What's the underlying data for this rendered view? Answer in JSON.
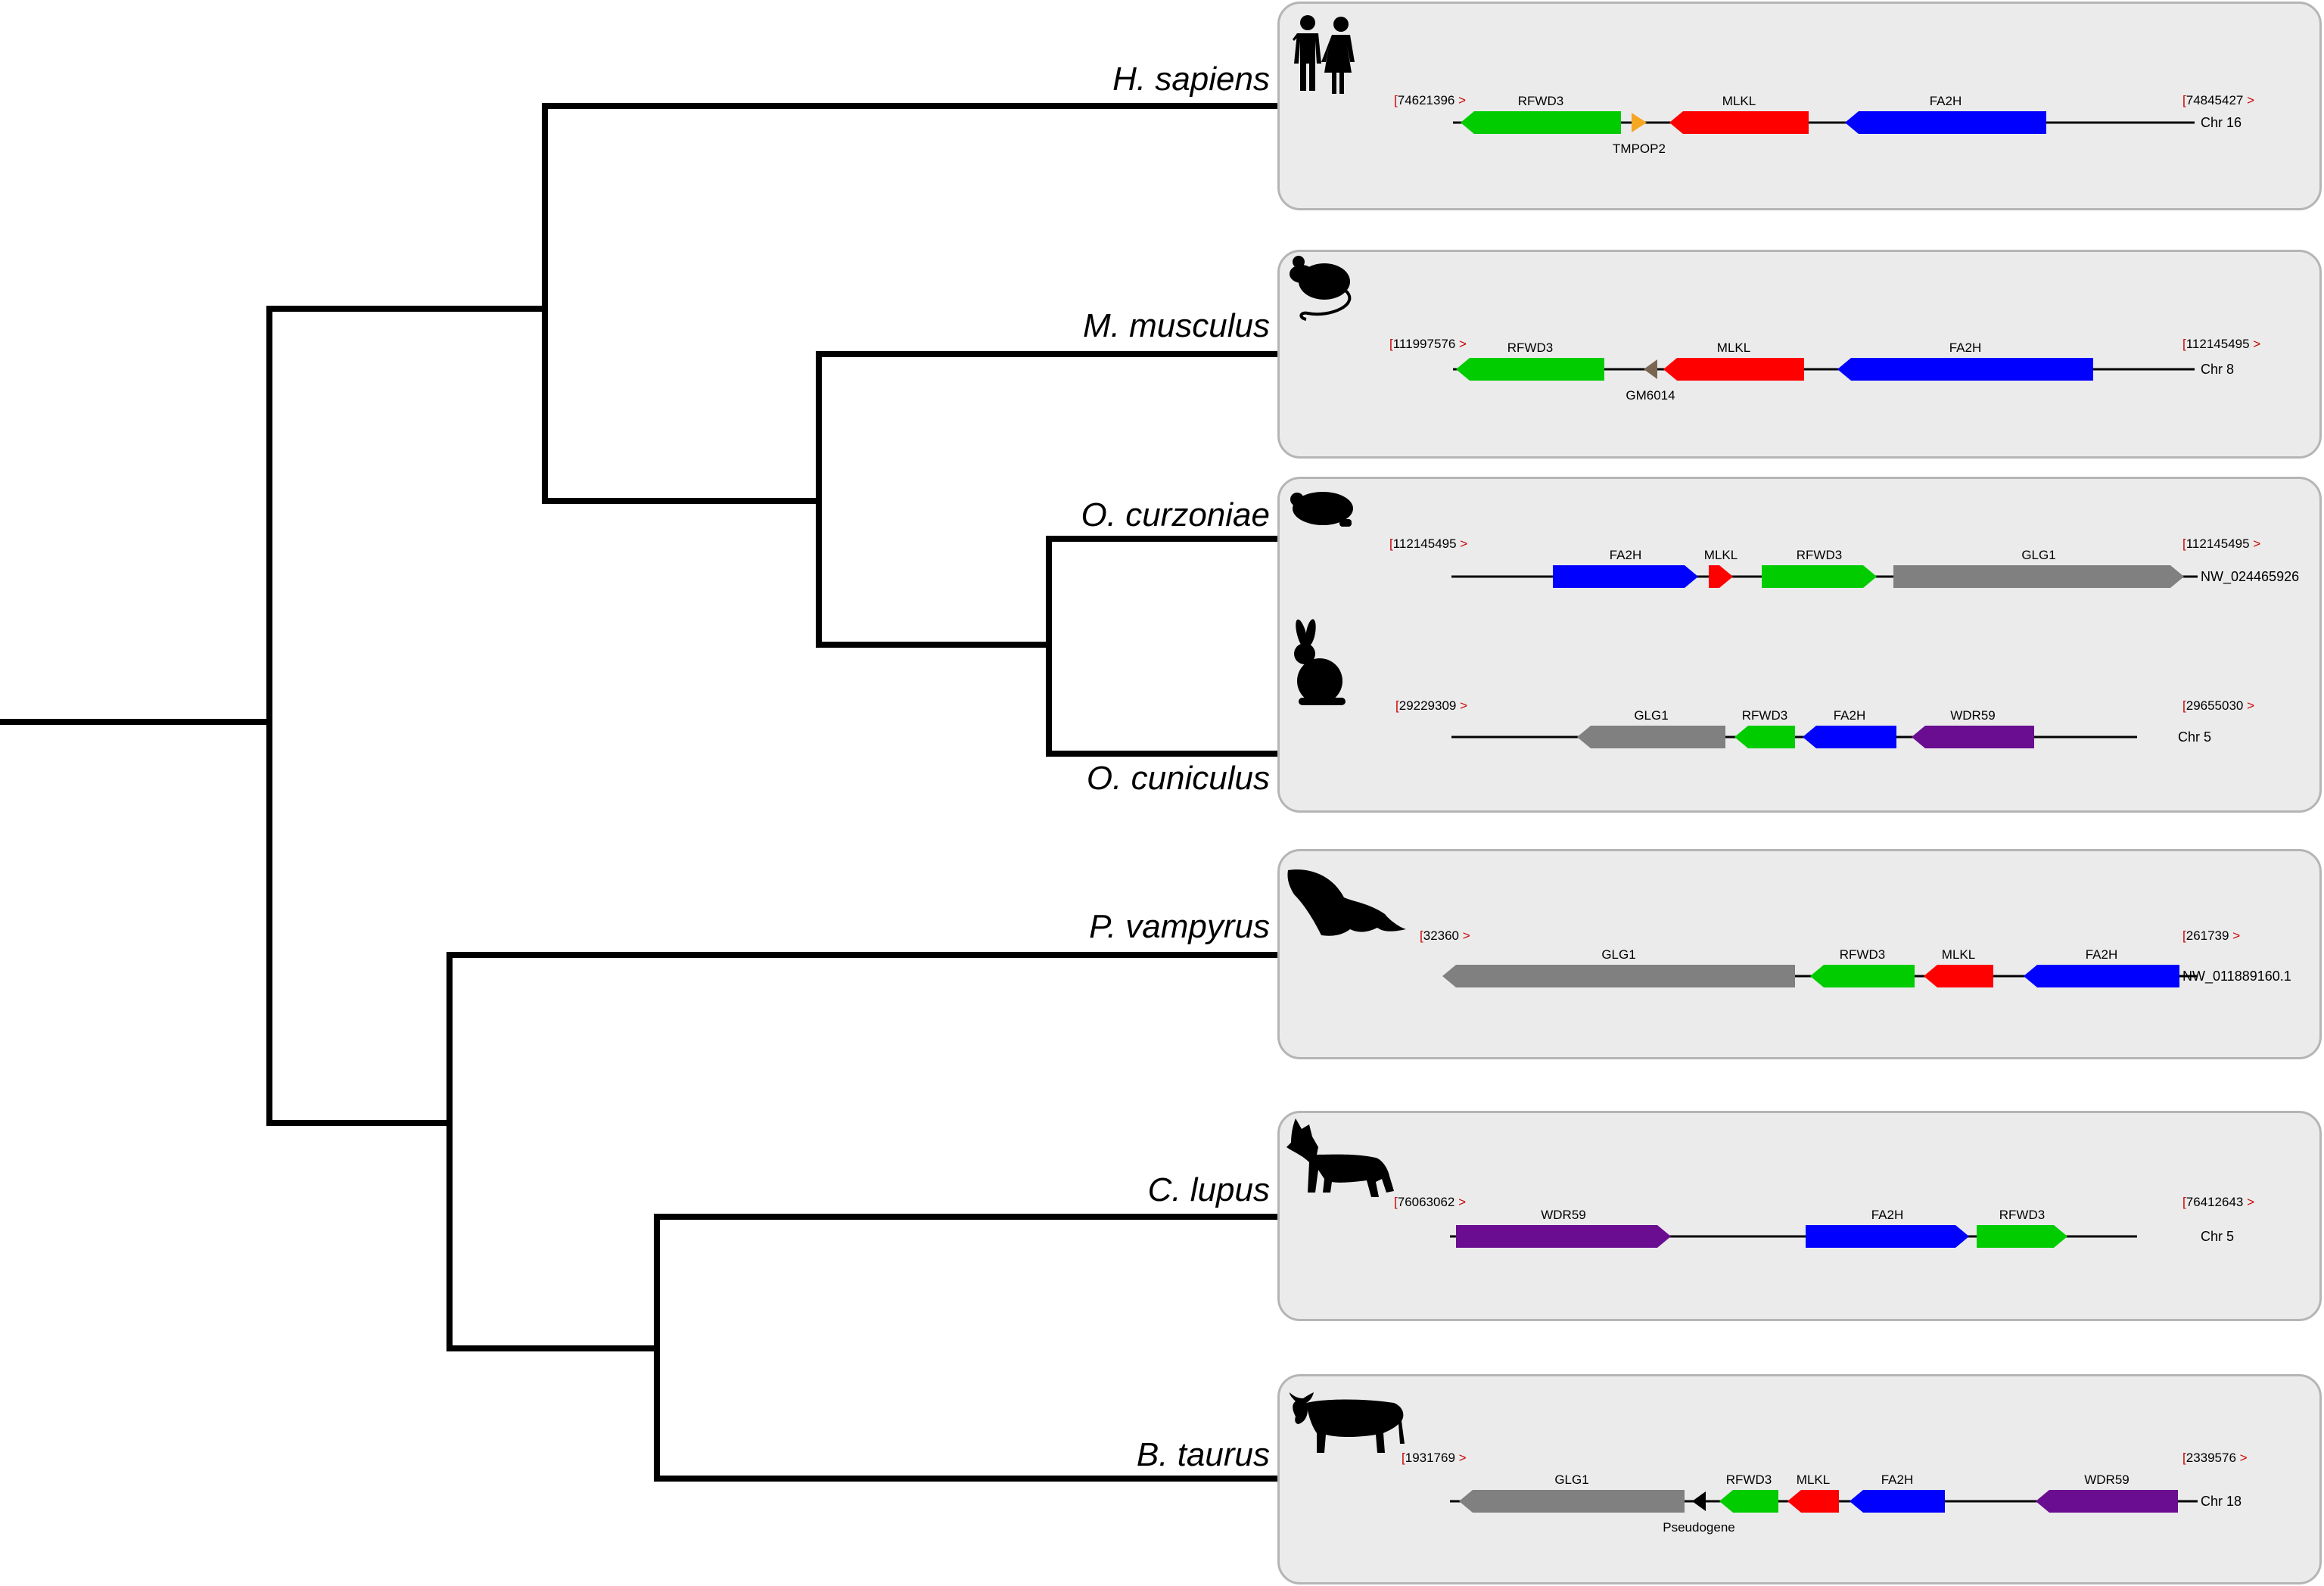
{
  "species": [
    {
      "name": "H. sapiens",
      "icon": "human-icon",
      "start": "74621396",
      "end": "74845427",
      "chrom": "Chr 16",
      "genes": [
        {
          "label": "RFWD3",
          "color": "#00cc00",
          "dir": "left"
        },
        {
          "label": "TMPOP2",
          "color": "#f5a623",
          "dir": "right",
          "small": true
        },
        {
          "label": "MLKL",
          "color": "#ff0000",
          "dir": "left"
        },
        {
          "label": "FA2H",
          "color": "#0000ff",
          "dir": "left"
        }
      ]
    },
    {
      "name": "M. musculus",
      "icon": "mouse-icon",
      "start": "111997576",
      "end": "112145495",
      "chrom": "Chr 8",
      "genes": [
        {
          "label": "RFWD3",
          "color": "#00cc00",
          "dir": "left"
        },
        {
          "label": "GM6014",
          "color": "#7a6650",
          "dir": "left",
          "small": true
        },
        {
          "label": "MLKL",
          "color": "#ff0000",
          "dir": "left"
        },
        {
          "label": "FA2H",
          "color": "#0000ff",
          "dir": "left"
        }
      ]
    },
    {
      "name": "O. curzoniae",
      "icon": "pika-icon",
      "start": "112145495",
      "end": "112145495",
      "chrom": "NW_024465926",
      "genes": [
        {
          "label": "FA2H",
          "color": "#0000ff",
          "dir": "right"
        },
        {
          "label": "MLKL",
          "color": "#ff0000",
          "dir": "right"
        },
        {
          "label": "RFWD3",
          "color": "#00cc00",
          "dir": "right"
        },
        {
          "label": "GLG1",
          "color": "#808080",
          "dir": "right"
        }
      ]
    },
    {
      "name": "O. cuniculus",
      "icon": "rabbit-icon",
      "start": "29229309",
      "end": "29655030",
      "chrom": "Chr 5",
      "genes": [
        {
          "label": "GLG1",
          "color": "#808080",
          "dir": "left"
        },
        {
          "label": "RFWD3",
          "color": "#00cc00",
          "dir": "left"
        },
        {
          "label": "FA2H",
          "color": "#0000ff",
          "dir": "left"
        },
        {
          "label": "WDR59",
          "color": "#6a0d91",
          "dir": "left"
        }
      ]
    },
    {
      "name": "P. vampyrus",
      "icon": "bat-icon",
      "start": "32360",
      "end": "261739",
      "chrom": "NW_011889160.1",
      "genes": [
        {
          "label": "GLG1",
          "color": "#808080",
          "dir": "left"
        },
        {
          "label": "RFWD3",
          "color": "#00cc00",
          "dir": "left"
        },
        {
          "label": "MLKL",
          "color": "#ff0000",
          "dir": "left"
        },
        {
          "label": "FA2H",
          "color": "#0000ff",
          "dir": "left"
        }
      ]
    },
    {
      "name": "C. lupus",
      "icon": "dog-icon",
      "start": "76063062",
      "end": "76412643",
      "chrom": "Chr 5",
      "genes": [
        {
          "label": "WDR59",
          "color": "#6a0d91",
          "dir": "right"
        },
        {
          "label": "FA2H",
          "color": "#0000ff",
          "dir": "right"
        },
        {
          "label": "RFWD3",
          "color": "#00cc00",
          "dir": "right"
        }
      ]
    },
    {
      "name": "B. taurus",
      "icon": "cow-icon",
      "start": "1931769",
      "end": "2339576",
      "chrom": "Chr 18",
      "genes": [
        {
          "label": "GLG1",
          "color": "#808080",
          "dir": "left"
        },
        {
          "label": "Pseudogene",
          "color": "#000000",
          "dir": "left",
          "small": true
        },
        {
          "label": "RFWD3",
          "color": "#00cc00",
          "dir": "left"
        },
        {
          "label": "MLKL",
          "color": "#ff0000",
          "dir": "left"
        },
        {
          "label": "FA2H",
          "color": "#0000ff",
          "dir": "left"
        },
        {
          "label": "WDR59",
          "color": "#6a0d91",
          "dir": "left"
        }
      ]
    }
  ],
  "coord_marker": ">",
  "coord_bracket": "["
}
